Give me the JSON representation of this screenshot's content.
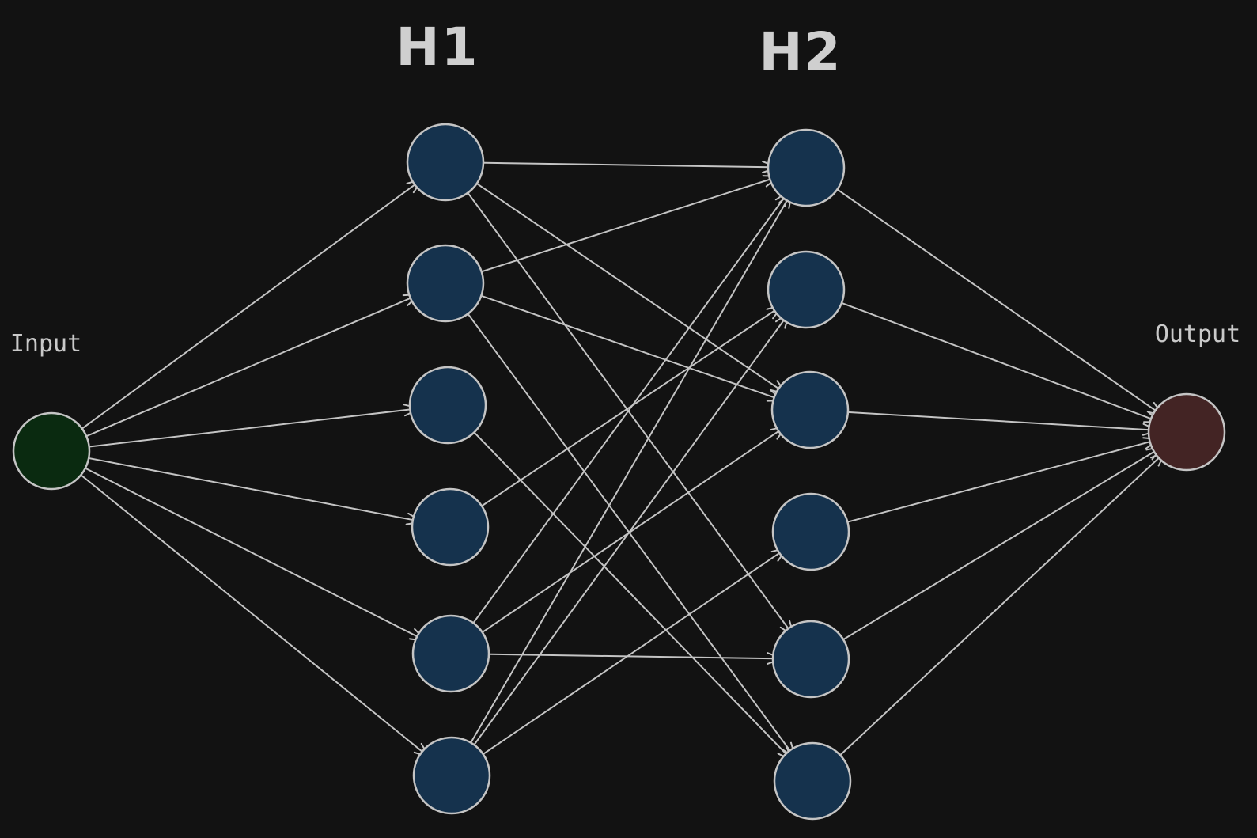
{
  "layers": {
    "input": {
      "label": "Input",
      "fill": "#0a2a10",
      "count": 1
    },
    "h1": {
      "label": "H1",
      "fill": "#15324d",
      "count": 6
    },
    "h2": {
      "label": "H2",
      "fill": "#15324d",
      "count": 6
    },
    "output": {
      "label": "Output",
      "fill": "#432424",
      "count": 1
    }
  },
  "colors": {
    "background": "#121212",
    "edge": "#c4c4c4",
    "text": "#c9c9c9"
  },
  "connections": {
    "input_to_h1": [
      [
        0,
        0
      ],
      [
        0,
        1
      ],
      [
        0,
        2
      ],
      [
        0,
        3
      ],
      [
        0,
        4
      ],
      [
        0,
        5
      ]
    ],
    "h1_to_h2": [
      [
        0,
        0
      ],
      [
        0,
        2
      ],
      [
        0,
        4
      ],
      [
        1,
        0
      ],
      [
        1,
        2
      ],
      [
        1,
        5
      ],
      [
        2,
        5
      ],
      [
        3,
        1
      ],
      [
        4,
        0
      ],
      [
        4,
        2
      ],
      [
        4,
        4
      ],
      [
        5,
        0
      ],
      [
        5,
        1
      ],
      [
        5,
        3
      ]
    ],
    "h2_to_output": [
      [
        0,
        0
      ],
      [
        1,
        0
      ],
      [
        2,
        0
      ],
      [
        3,
        0
      ],
      [
        4,
        0
      ],
      [
        5,
        0
      ]
    ]
  }
}
